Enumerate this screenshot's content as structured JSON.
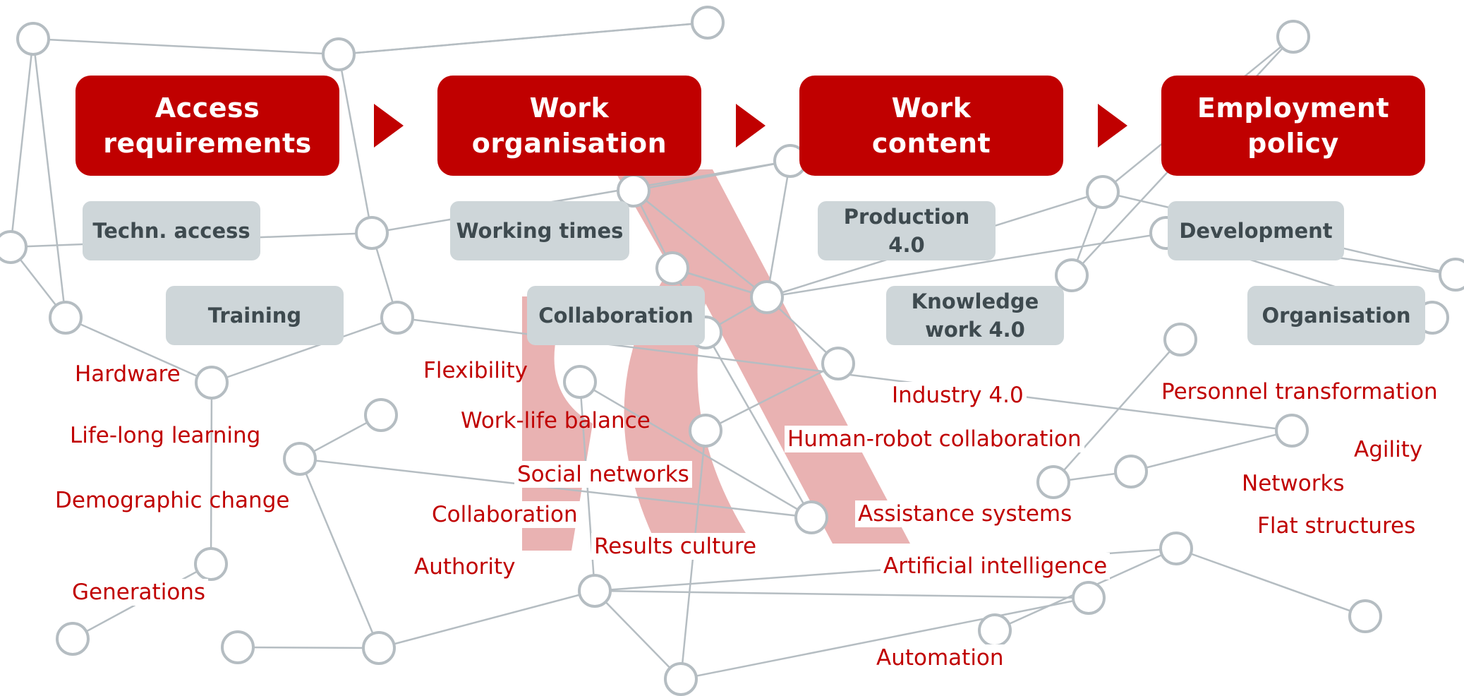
{
  "colors": {
    "header_bg": "#c00000",
    "header_text": "#ffffff",
    "topic_bg": "#ced6d9",
    "topic_text": "#3e4a4f",
    "keyword_text": "#c00000",
    "network_stroke": "#b5bdc2",
    "watermark": "#e9b2b2"
  },
  "headers": [
    {
      "label": "Access\nrequirements"
    },
    {
      "label": "Work\norganisation"
    },
    {
      "label": "Work\ncontent"
    },
    {
      "label": "Employment\npolicy"
    }
  ],
  "topics": [
    {
      "label": "Techn. access"
    },
    {
      "label": "Training"
    },
    {
      "label": "Working times"
    },
    {
      "label": "Collaboration"
    },
    {
      "label": "Production\n4.0"
    },
    {
      "label": "Knowledge\nwork 4.0"
    },
    {
      "label": "Development"
    },
    {
      "label": "Organisation"
    }
  ],
  "keywords": [
    {
      "label": "Hardware"
    },
    {
      "label": "Life-long learning"
    },
    {
      "label": "Demographic change"
    },
    {
      "label": "Generations"
    },
    {
      "label": "Flexibility"
    },
    {
      "label": "Work-life balance"
    },
    {
      "label": "Social networks"
    },
    {
      "label": "Collaboration"
    },
    {
      "label": "Results culture"
    },
    {
      "label": "Authority"
    },
    {
      "label": "Industry 4.0"
    },
    {
      "label": "Human-robot collaboration"
    },
    {
      "label": "Assistance systems"
    },
    {
      "label": "Artificial intelligence"
    },
    {
      "label": "Automation"
    },
    {
      "label": "Personnel transformation"
    },
    {
      "label": "Agility"
    },
    {
      "label": "Networks"
    },
    {
      "label": "Flat structures"
    }
  ]
}
